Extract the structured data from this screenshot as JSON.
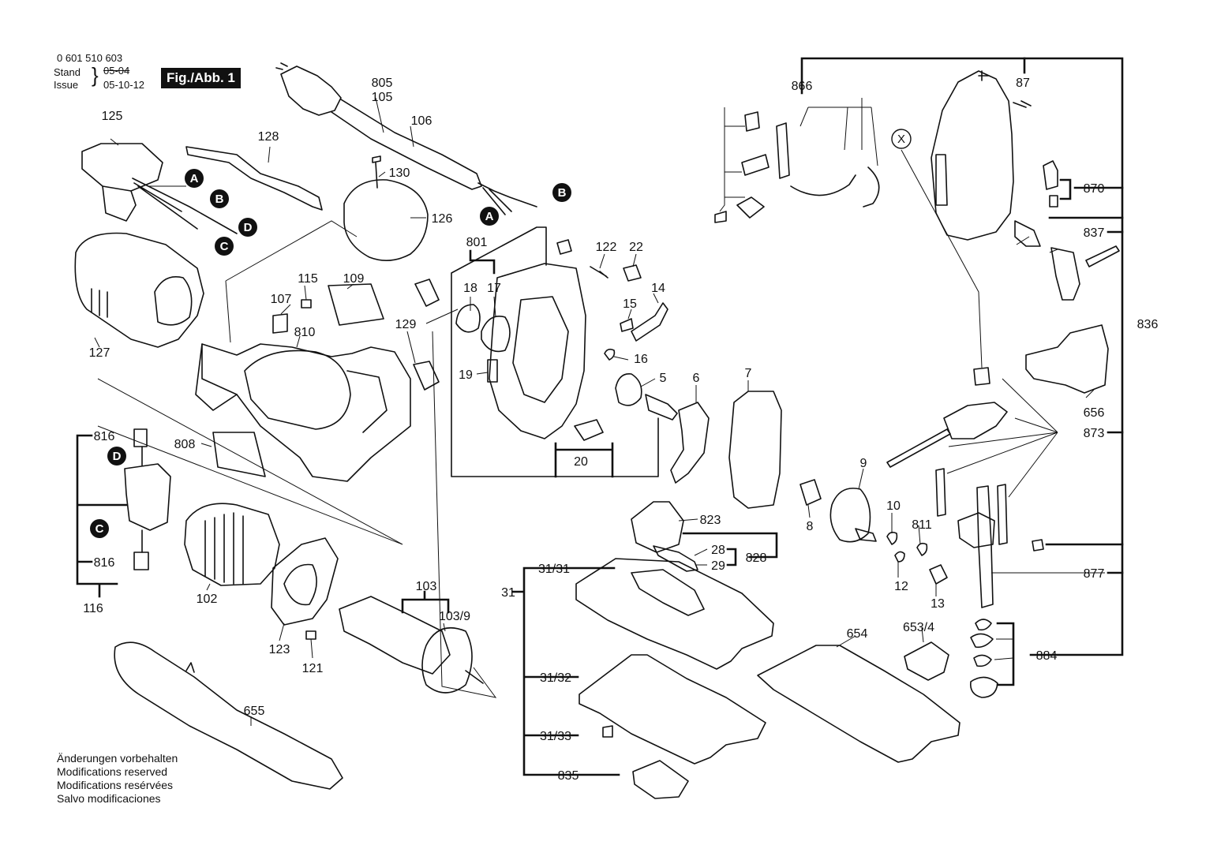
{
  "header": {
    "part_number": "0 601 510 603",
    "stand_label": "Stand",
    "stand_value": "05-04",
    "issue_label": "Issue",
    "issue_value": "05-10-12",
    "figure_label": "Fig./Abb. 1"
  },
  "notes": [
    "Änderungen vorbehalten",
    "Modifications reserved",
    "Modifications resérvées",
    "Salvo modificaciones"
  ],
  "part_labels": {
    "p805": "805",
    "p105": "105",
    "p106": "106",
    "p125": "125",
    "p128": "128",
    "p130": "130",
    "p126": "126",
    "p127": "127",
    "p115": "115",
    "p109": "109",
    "p107": "107",
    "p810": "810",
    "p129": "129",
    "p808": "808",
    "p816a": "816",
    "p816b": "816",
    "p116": "116",
    "p102": "102",
    "p123": "123",
    "p121": "121",
    "p103": "103",
    "p103_9": "103/9",
    "p655": "655",
    "p801": "801",
    "p18": "18",
    "p17": "17",
    "p19": "19",
    "p20": "20",
    "p122": "122",
    "p22": "22",
    "p14": "14",
    "p15": "15",
    "p16": "16",
    "p5": "5",
    "p6": "6",
    "p7": "7",
    "p9": "9",
    "p8": "8",
    "p10": "10",
    "p811": "811",
    "p12": "12",
    "p13": "13",
    "p823": "823",
    "p28": "28",
    "p29": "29",
    "p828": "828",
    "p31": "31",
    "p31_31": "31/31",
    "p31_32": "31/32",
    "p31_33": "31/33",
    "p835": "835",
    "p654": "654",
    "p653_4": "653/4",
    "p866": "866",
    "p87": "87",
    "p870": "870",
    "p837": "837",
    "p836": "836",
    "p656": "656",
    "p873": "873",
    "p877": "877",
    "p884": "884"
  },
  "markers": {
    "A1": "A",
    "B1": "B",
    "D1": "D",
    "C1": "C",
    "B2": "B",
    "A2": "A",
    "D2": "D",
    "C2": "C",
    "X": "X"
  }
}
